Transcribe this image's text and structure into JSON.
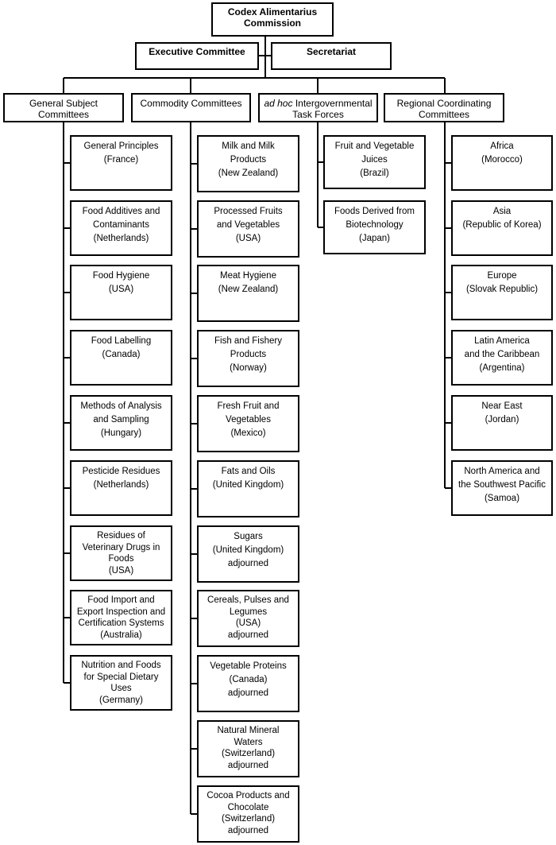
{
  "top": {
    "lines": [
      "Codex Alimentarius",
      "Commission"
    ]
  },
  "executive": {
    "label": "Executive Committee"
  },
  "secretariat": {
    "label": "Secretariat"
  },
  "headers": {
    "general": {
      "lines": [
        "General Subject",
        "Committees"
      ]
    },
    "commodity": {
      "lines": [
        "Commodity Committees"
      ]
    },
    "adhoc": {
      "italic": "ad hoc",
      "rest": " Intergovernmental",
      "line2": "Task Forces"
    },
    "regional": {
      "lines": [
        "Regional Coordinating",
        "Committees"
      ]
    }
  },
  "general_items": [
    {
      "lines": [
        "General Principles",
        "(France)"
      ]
    },
    {
      "lines": [
        "Food Additives and",
        "Contaminants",
        "(Netherlands)"
      ]
    },
    {
      "lines": [
        "Food Hygiene",
        "(USA)"
      ]
    },
    {
      "lines": [
        "Food Labelling",
        "(Canada)"
      ]
    },
    {
      "lines": [
        "Methods of Analysis",
        "and Sampling",
        "(Hungary)"
      ]
    },
    {
      "lines": [
        "Pesticide Residues",
        "(Netherlands)"
      ]
    },
    {
      "lines": [
        "Residues of",
        "Veterinary Drugs in",
        "Foods",
        "(USA)"
      ]
    },
    {
      "lines": [
        "Food Import and",
        "Export Inspection and",
        "Certification Systems",
        "(Australia)"
      ]
    },
    {
      "lines": [
        "Nutrition and Foods",
        "for Special Dietary",
        "Uses",
        "(Germany)"
      ]
    }
  ],
  "commodity_items": [
    {
      "lines": [
        "Milk and Milk",
        "Products",
        "(New Zealand)"
      ]
    },
    {
      "lines": [
        "Processed Fruits",
        "and Vegetables",
        "(USA)"
      ]
    },
    {
      "lines": [
        "Meat Hygiene",
        "(New Zealand)"
      ]
    },
    {
      "lines": [
        "Fish and Fishery",
        "Products",
        "(Norway)"
      ]
    },
    {
      "lines": [
        "Fresh Fruit and",
        "Vegetables",
        "(Mexico)"
      ]
    },
    {
      "lines": [
        "Fats and Oils",
        "(United Kingdom)"
      ]
    },
    {
      "lines": [
        "Sugars",
        "(United Kingdom)",
        "adjourned"
      ]
    },
    {
      "lines": [
        "Cereals, Pulses and",
        "Legumes",
        "(USA)",
        "adjourned"
      ]
    },
    {
      "lines": [
        "Vegetable Proteins",
        "(Canada)",
        "adjourned"
      ]
    },
    {
      "lines": [
        "Natural Mineral",
        "Waters",
        "(Switzerland)",
        "adjourned"
      ]
    },
    {
      "lines": [
        "Cocoa Products and",
        "Chocolate",
        "(Switzerland)",
        "adjourned"
      ]
    }
  ],
  "adhoc_items": [
    {
      "lines": [
        "Fruit and Vegetable",
        "Juices",
        "(Brazil)"
      ]
    },
    {
      "lines": [
        "Foods Derived from",
        "Biotechnology",
        "(Japan)"
      ]
    }
  ],
  "regional_items": [
    {
      "lines": [
        "Africa",
        "(Morocco)"
      ]
    },
    {
      "lines": [
        "Asia",
        "(Republic of Korea)"
      ]
    },
    {
      "lines": [
        "Europe",
        "(Slovak Republic)"
      ]
    },
    {
      "lines": [
        "Latin America",
        "and the Caribbean",
        "(Argentina)"
      ]
    },
    {
      "lines": [
        "Near East",
        "(Jordan)"
      ]
    },
    {
      "lines": [
        "North America and",
        "the Southwest Pacific",
        "(Samoa)"
      ]
    }
  ]
}
